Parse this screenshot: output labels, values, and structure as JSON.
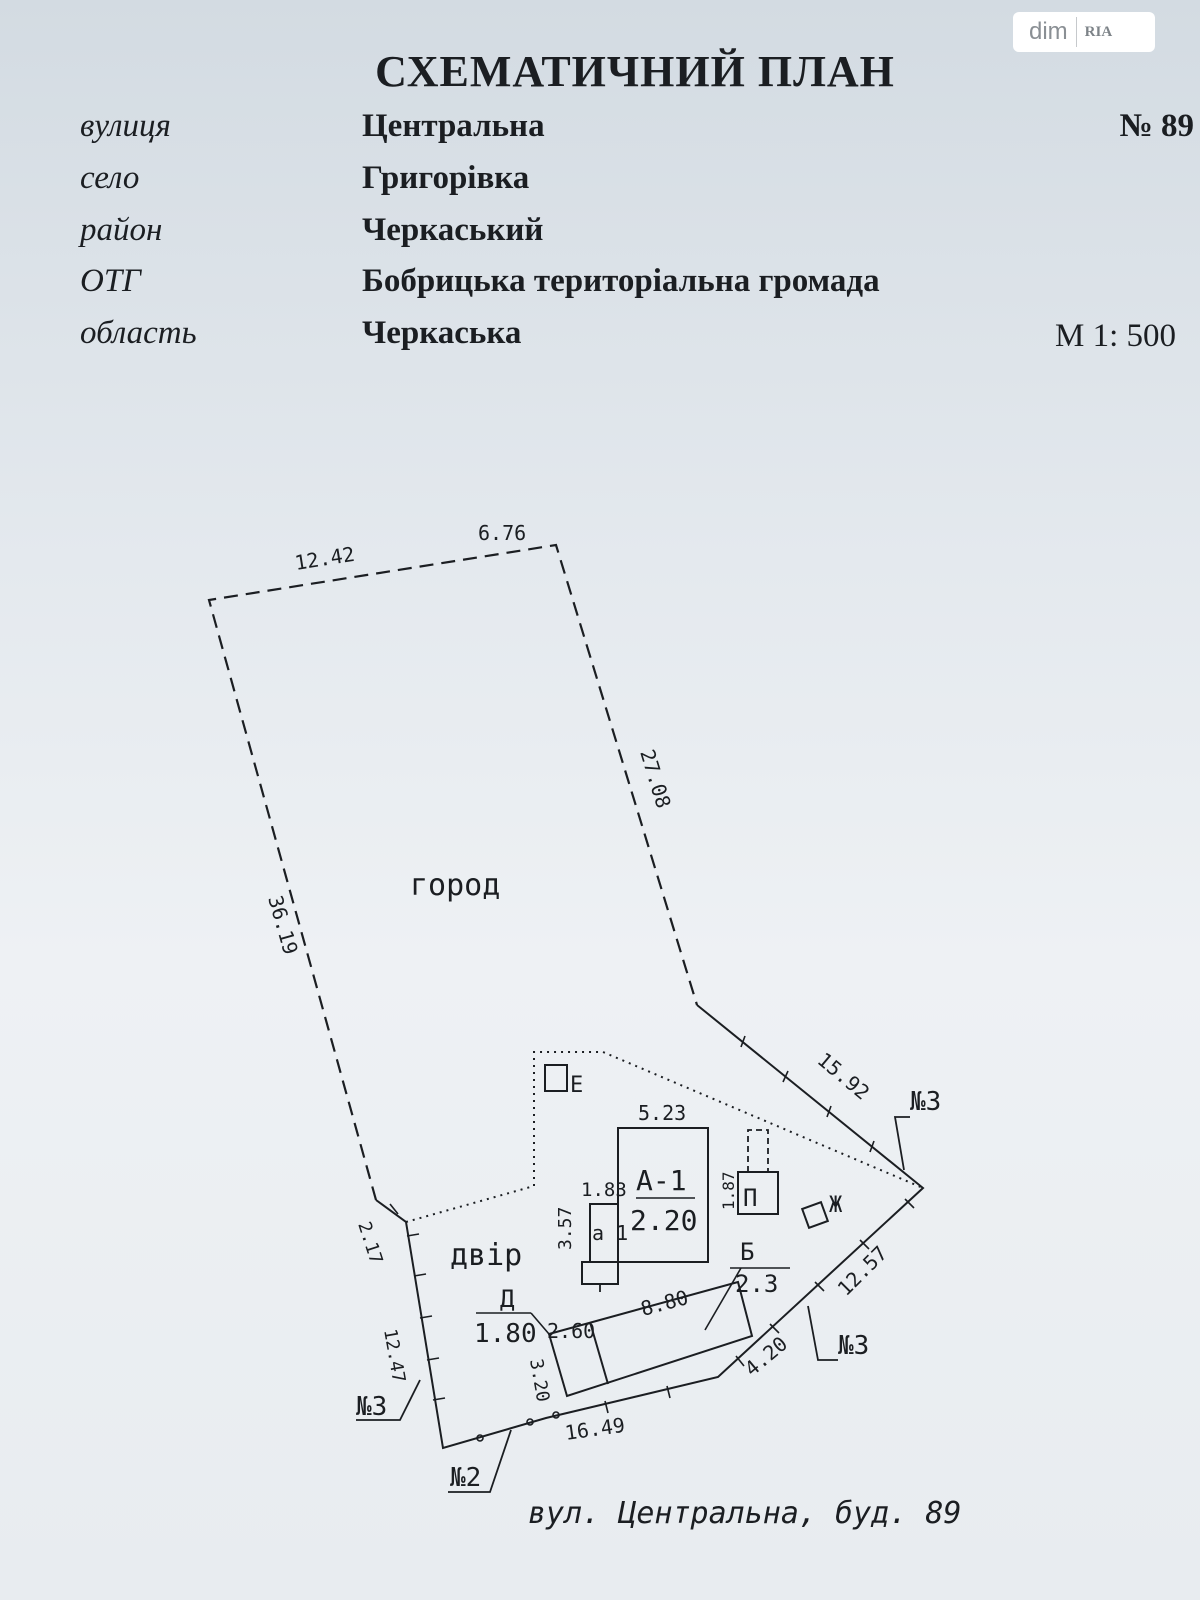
{
  "logo": {
    "text": "dim",
    "badge": "RIA"
  },
  "header": {
    "title": "СХЕМАТИЧНИЙ ПЛАН",
    "number": "№ 89",
    "scale": "М 1: 500",
    "rows": [
      {
        "label": "вулиця",
        "value": "Центральна"
      },
      {
        "label": "село",
        "value": "Григорівка"
      },
      {
        "label": "район",
        "value": "Черкаський"
      },
      {
        "label": "ОТГ",
        "value": "Бобрицька територіальна громада"
      },
      {
        "label": "область",
        "value": "Черкаська"
      }
    ]
  },
  "plan": {
    "zones": {
      "garden": "город",
      "yard": "двір"
    },
    "dimensions": {
      "top_left": "12.42",
      "top_right": "6.76",
      "right_upper": "27.08",
      "left": "36.19",
      "right_mid": "15.92",
      "left_short": "2.17",
      "left_lower": "12.47",
      "right_lower": "12.57",
      "bottom_right": "4.20",
      "bottom": "16.49"
    },
    "buildings": {
      "main_label": "А-1",
      "main_height": "2.20",
      "main_width": "5.23",
      "annex_label": "а 1",
      "annex_width": "1.83",
      "annex_length": "3.57",
      "p_label": "П",
      "p_dim": "1.87",
      "e_label": "Е",
      "zh_label": "Ж",
      "b_label": "Б",
      "b_height": "2.3",
      "d_label": "Д",
      "d_height": "1.80",
      "shed_gap": "2.60",
      "shed_length": "8.80",
      "shed_width": "3.20"
    },
    "fence_markers": [
      "№3",
      "№3",
      "№3",
      "№2"
    ],
    "caption": "вул. Центральна, буд. 89"
  }
}
